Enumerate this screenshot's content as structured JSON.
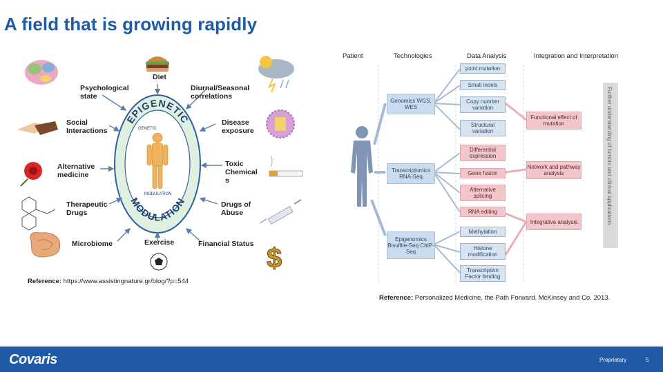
{
  "title": "A field that is growing rapidly",
  "left_diagram": {
    "labels": {
      "diet": "Diet",
      "psych": "Psychological state",
      "diurnal": "Diurnal/Seasonal correlations",
      "social": "Social Interactions",
      "disease": "Disease exposure",
      "altmed": "Alternative medicine",
      "toxic": "Toxic Chemical s",
      "therapeutic": "Therapeutic Drugs",
      "drugs_abuse": "Drugs of Abuse",
      "microbiome": "Microbiome",
      "exercise": "Exercise",
      "financial": "Financial Status"
    },
    "arc_top": "EPIGENETIC",
    "arc_bottom": "MODULATION",
    "inner_top": "GENETIC",
    "inner_bottom": "MODULATION",
    "icons": [
      "brain-icon",
      "burger-icon",
      "weather-icon",
      "handshake-icon",
      "virus-icon",
      "flower-icon",
      "cigarette-icon",
      "molecule-icon",
      "syringe-icon",
      "intestine-icon",
      "soccer-ball-icon",
      "dollar-icon",
      "human-figure-icon"
    ],
    "reference_label": "Reference:",
    "reference_text": "https://www.assistingnature.gr/blog/?p=544"
  },
  "right_diagram": {
    "columns": [
      "Patient",
      "Technologies",
      "Data Analysis",
      "Integration and Interpretation"
    ],
    "technologies": [
      {
        "label": "Genomics WGS, WES"
      },
      {
        "label": "Transcriptomics RNA-Seq"
      },
      {
        "label": "Epigenomics Bisulfite-Seq ChIP-Seq"
      }
    ],
    "analysis": [
      {
        "label": "point mutation"
      },
      {
        "label": "Small indels"
      },
      {
        "label": "Copy number variation"
      },
      {
        "label": "Structural variation"
      },
      {
        "label": "Differential expression"
      },
      {
        "label": "Gene fusion"
      },
      {
        "label": "Alternative splicing"
      },
      {
        "label": "RNA editing"
      },
      {
        "label": "Methylation"
      },
      {
        "label": "Histone modification"
      },
      {
        "label": "Transcription Factor binding"
      }
    ],
    "integration": [
      {
        "label": "Functional effect of mutation"
      },
      {
        "label": "Network and pathway analysis"
      },
      {
        "label": "Integrative analysis"
      }
    ],
    "side_text": "Further understanding of tumors and clinical applications",
    "reference_label": "Reference:",
    "reference_text": "Personalized Medicine, the Path Forward. McKinsey and Co. 2013."
  },
  "footer": {
    "logo": "Covaris",
    "proprietary": "Proprietary",
    "page_number": "5",
    "bar_color": "#1f5aa6"
  }
}
